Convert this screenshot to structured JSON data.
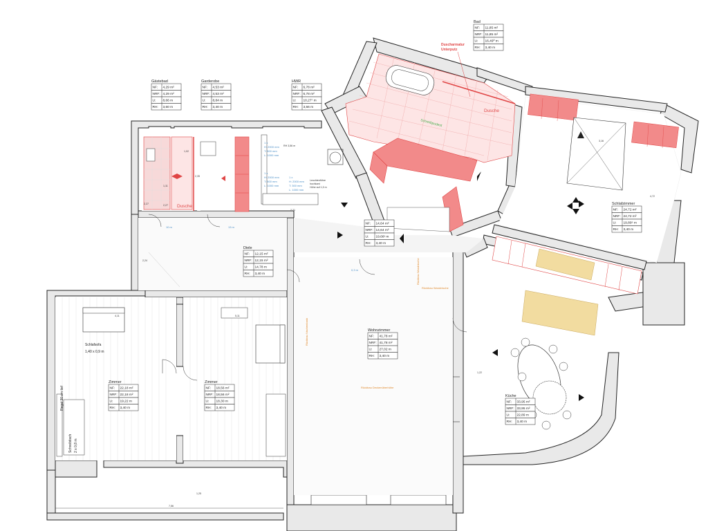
{
  "rooms": {
    "gaestebad": {
      "name": "Gästebad",
      "rows": [
        [
          "NF:",
          "4,29 m²"
        ],
        [
          "NRF:",
          "4,29 m²"
        ],
        [
          "U:",
          "8,66 m"
        ],
        [
          "RH:",
          "3,60 m"
        ]
      ]
    },
    "garderobe": {
      "name": "Garderobe",
      "rows": [
        [
          "NF:",
          "4,53 m²"
        ],
        [
          "NRF:",
          "4,53 m²"
        ],
        [
          "U:",
          "8,84 m"
        ],
        [
          "RH:",
          "3,40 m"
        ]
      ]
    },
    "hwr": {
      "name": "HWR",
      "rows": [
        [
          "NF:",
          "6,78 m²"
        ],
        [
          "NRF:",
          "6,78 m²"
        ],
        [
          "U:",
          "10,27⁷ m"
        ],
        [
          "RH:",
          "3,56 m"
        ]
      ]
    },
    "bad": {
      "name": "Bad",
      "rows": [
        [
          "NF:",
          "11,85 m²"
        ],
        [
          "NRF:",
          "11,85 m²"
        ],
        [
          "U:",
          "16,49⁰ m"
        ],
        [
          "RH:",
          "3,40 m"
        ]
      ]
    },
    "flur": {
      "name": "",
      "rows": [
        [
          "NF:",
          "14,64 m²"
        ],
        [
          "NRF:",
          "14,64 m²"
        ],
        [
          "U:",
          "19,68¹ m"
        ],
        [
          "RH:",
          "3,40 m"
        ]
      ]
    },
    "diele": {
      "name": "Diele",
      "rows": [
        [
          "NF:",
          "12,15 m²"
        ],
        [
          "NRF:",
          "12,15 m²"
        ],
        [
          "U:",
          "14,78 m"
        ],
        [
          "RH:",
          "3,40 m"
        ]
      ]
    },
    "schlafzimmer": {
      "name": "Schlafzimmer",
      "rows": [
        [
          "NF:",
          "24,72 m²"
        ],
        [
          "NRF:",
          "24,72 m²"
        ],
        [
          "U:",
          "19,89⁵ m"
        ],
        [
          "RH:",
          "3,40 m"
        ]
      ]
    },
    "wohnzimmer": {
      "name": "Wohnzimmer",
      "rows": [
        [
          "NF:",
          "41,78 m²"
        ],
        [
          "NRF:",
          "41,78 m²"
        ],
        [
          "U:",
          "27,02 m"
        ],
        [
          "RH:",
          "3,40 m"
        ]
      ]
    },
    "zimmer1": {
      "name": "Zimmer",
      "rows": [
        [
          "NF:",
          "22,18 m²"
        ],
        [
          "NRF:",
          "22,18 m²"
        ],
        [
          "U:",
          "19,22 m"
        ],
        [
          "RH:",
          "3,40 m"
        ]
      ]
    },
    "zimmer2": {
      "name": "Zimmer",
      "rows": [
        [
          "NF:",
          "18,56 m²"
        ],
        [
          "NRF:",
          "18,56 m²"
        ],
        [
          "U:",
          "18,30 m"
        ],
        [
          "RH:",
          "3,40 m"
        ]
      ]
    },
    "kueche": {
      "name": "Küche",
      "rows": [
        [
          "NF:",
          "33,95 m²"
        ],
        [
          "NRF:",
          "33,95 m²"
        ],
        [
          "U:",
          "22,89 m"
        ],
        [
          "RH:",
          "3,40 m"
        ]
      ]
    }
  },
  "labels": {
    "duscharmatur": "Duscharmatur",
    "unterputz": "Unterputz",
    "dusche_bad": "Dusche",
    "dusche_gast": "Dusche",
    "schlafsofa": "Schlafsofa",
    "schlafsofa_size": "1,40 x 0,9 m",
    "regal": "Regal 30 cm tief",
    "schreibtisch": "Schreibtisch",
    "schreibtisch_size": "2 x 0,8 m",
    "schreibpodest": "Schreibpodest",
    "rh_hwr": "RH 3,56 m",
    "rueckbau_decke": "Rückbau Deckenüberhöhe",
    "rueckbau_nischen": "Rückbau Nischenbank",
    "rueckbau_wand": "Rückbau Wandnische",
    "rueckbau_wand2": "Rückbau Wandnische",
    "leuchte": "Leuchtenführe",
    "leuchte2": "hochkant",
    "leuchte3": "Höhe auf 1,5 m",
    "dim_756": "7,56",
    "dim_125": "1,25",
    "dim_511": "5,11",
    "dim_411": "4,11",
    "dim_316": "3,16",
    "dim_472": "4,72",
    "dim_221": "2,21",
    "dim_224": "2,24",
    "dim_235": "2,35",
    "dim_227": "2,27",
    "dim_10m": "10 m",
    "dim_13m": "13 m",
    "dim_03m": "0,3 m",
    "dim_102": "1,02",
    "dim_111": "1,11",
    "dim_227b": "2,27",
    "dim_122": "1,22"
  },
  "hwr_specs": {
    "a": [
      "1 x",
      "H: 2000 mm",
      "T: 500 mm",
      "L: 1000 mm"
    ],
    "b": [
      "1 x",
      "H: 2000 mm",
      "T: 500 mm",
      "L: 1000 mm"
    ],
    "c": [
      "1 x",
      "H: 2000 mm",
      "T: 300 mm",
      "L: 1000 mm"
    ]
  },
  "colors": {
    "wall": "#e9e9e9",
    "tile_red": "#f28a8a",
    "accent_red": "#e04545",
    "blue": "#4a8ec7",
    "orange": "#e08a2e",
    "wood": "#f2dca0"
  }
}
